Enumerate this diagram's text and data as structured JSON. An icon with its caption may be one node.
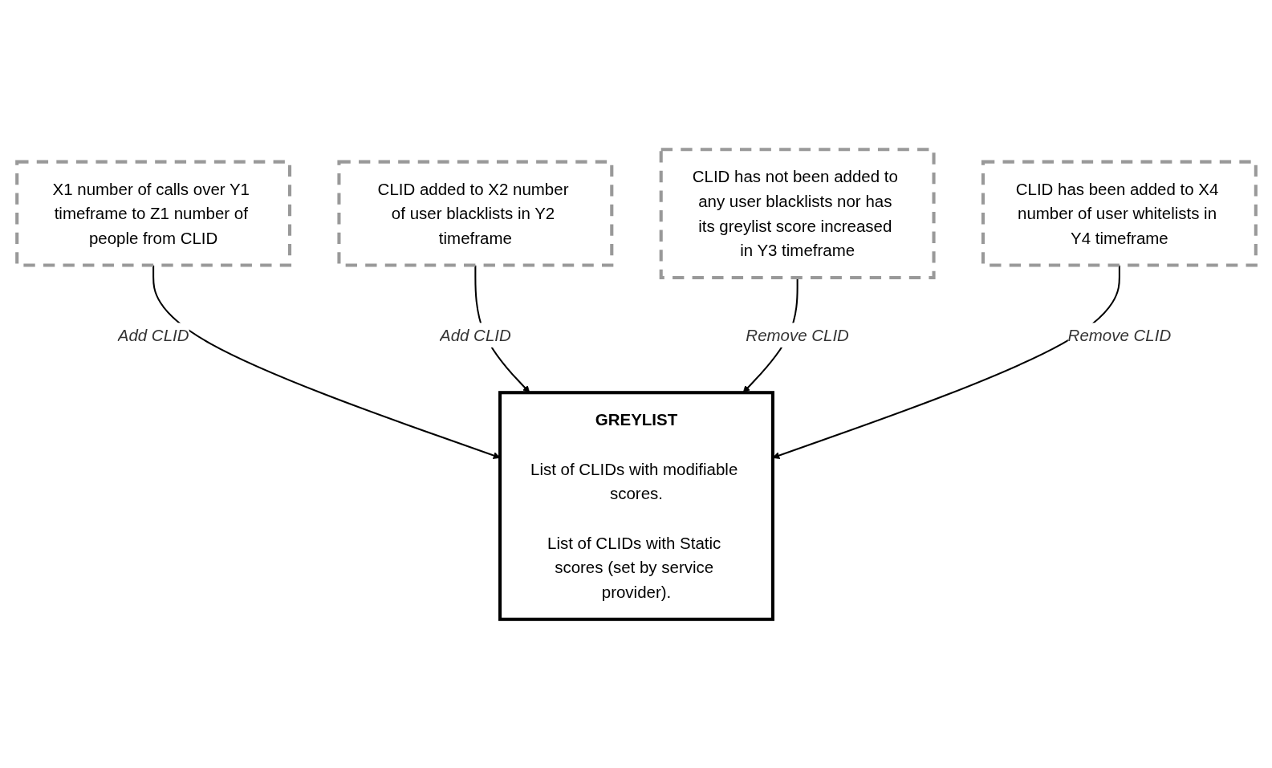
{
  "diagram": {
    "nodes": [
      {
        "text": [
          "X1 number of calls over Y1 timeframe to Z1 number of people from CLID"
        ]
      },
      {
        "text": [
          "CLID added to X2 number of user blacklists in Y2 timeframe"
        ]
      },
      {
        "text": [
          "GREYLIST",
          "List of CLIDs with modifiable scores.",
          "List of CLIDs with Static scores (set by service provider)."
        ]
      },
      {
        "text": [
          "CLID has not been added to any user blacklists nor has its greylist score increased in Y3 timeframe"
        ]
      },
      {
        "text": [
          "CLID has been added to X4 number of user whitelists in Y4 timeframe"
        ]
      }
    ],
    "edges": [
      {
        "from": 0,
        "to": 2,
        "arrow": "to",
        "label": "Add CLID"
      },
      {
        "from": 1,
        "to": 2,
        "arrow": "to",
        "label": "Add CLID"
      },
      {
        "from": 3,
        "to": 2,
        "arrow": "to",
        "label": "Remove CLID"
      },
      {
        "from": 4,
        "to": 2,
        "arrow": "to",
        "label": "Remove CLID"
      }
    ]
  }
}
